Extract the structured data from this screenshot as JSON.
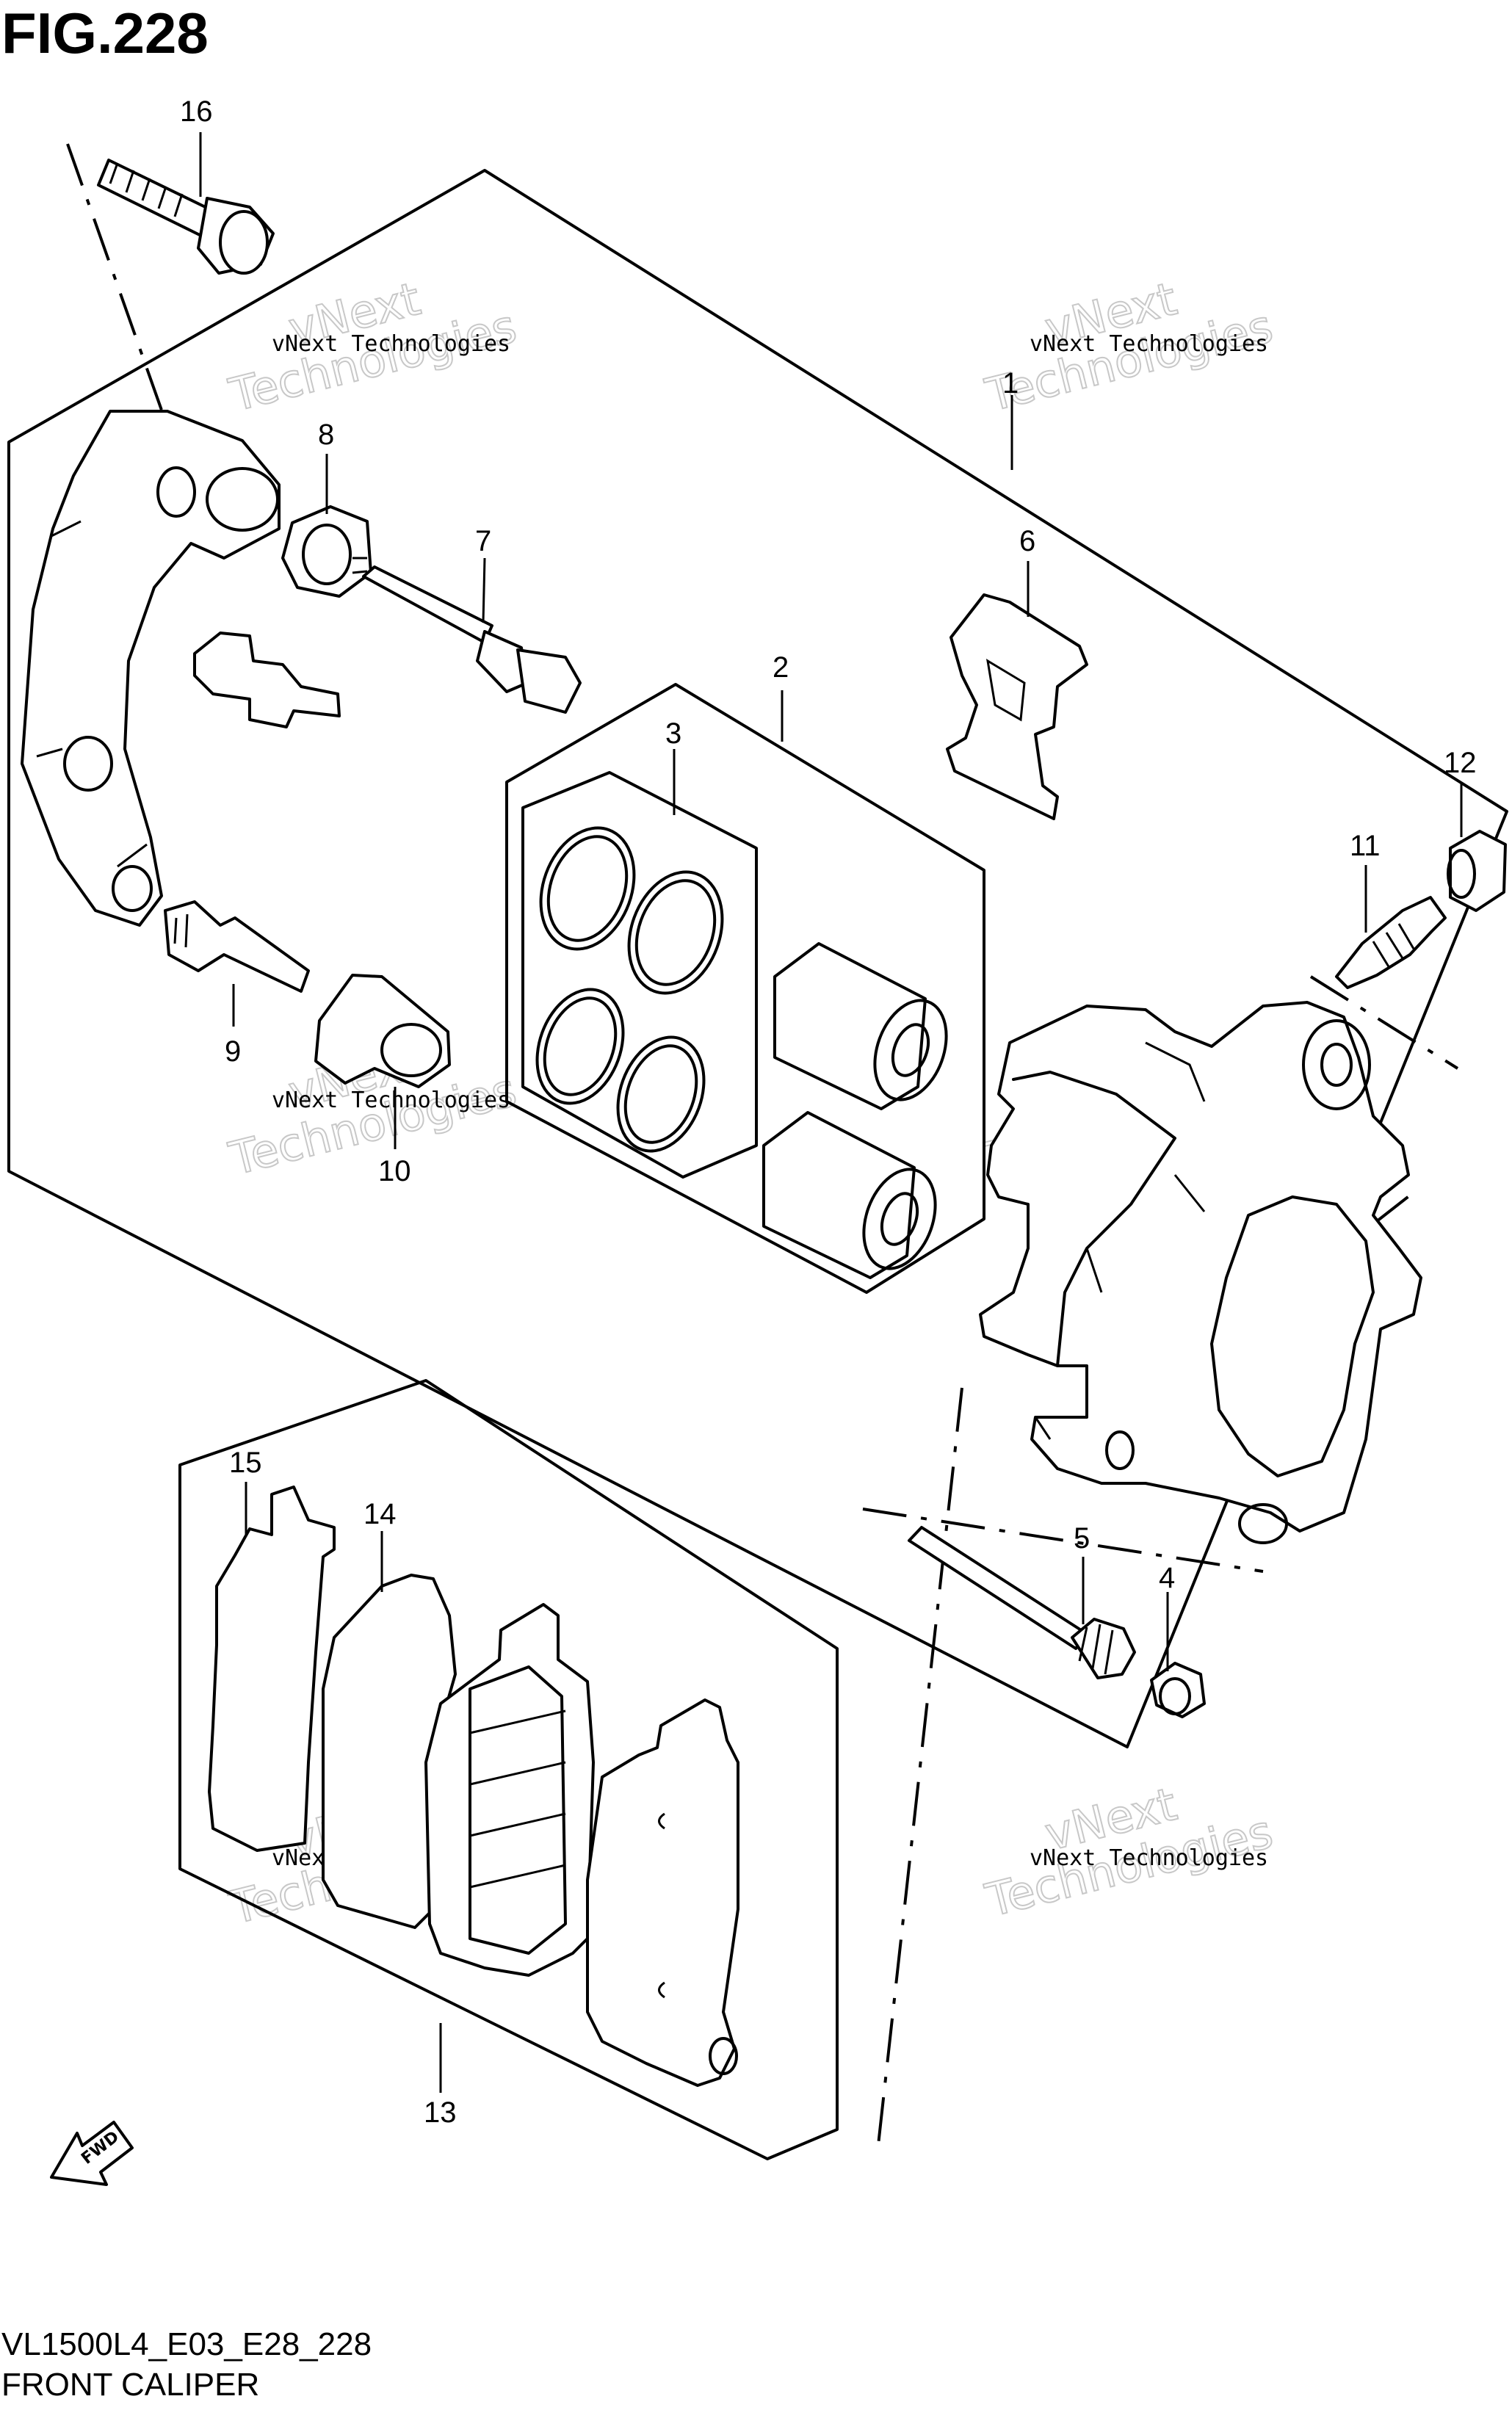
{
  "figure": {
    "title": "FIG.228",
    "code": "VL1500L4_E03_E28_228",
    "name": "FRONT CALIPER"
  },
  "callouts": [
    "16",
    "8",
    "7",
    "1",
    "6",
    "2",
    "3",
    "12",
    "11",
    "9",
    "10",
    "15",
    "14",
    "5",
    "4",
    "13"
  ],
  "watermark": {
    "line": "vNext Technologies",
    "word1": "vNext",
    "word2": "Technologies"
  },
  "direction_badge": "FWD"
}
